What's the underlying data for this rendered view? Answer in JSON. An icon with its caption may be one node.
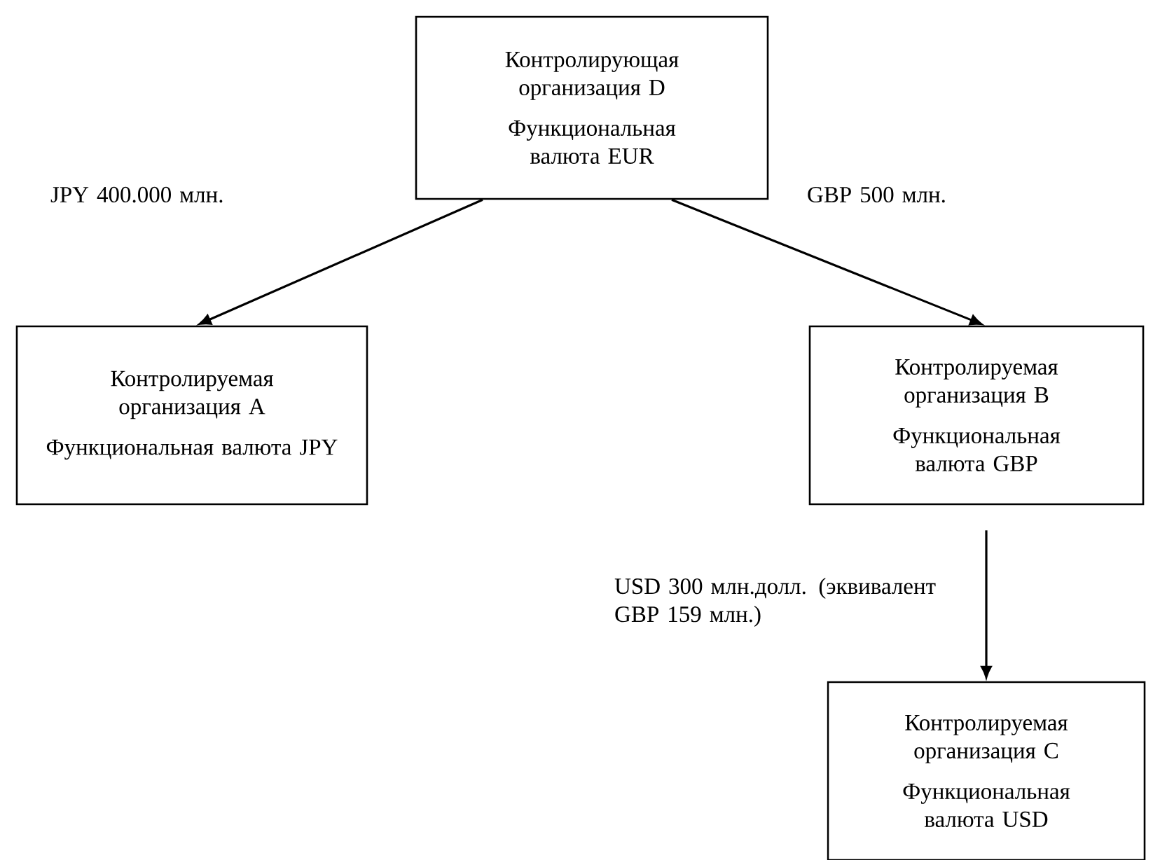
{
  "diagram": {
    "nodes": [
      {
        "text": [
          "Контролирующая организация D",
          "Функциональная валюта EUR"
        ]
      },
      {
        "text": [
          "Контролируемая организация A",
          "Функциональная валюта JPY"
        ]
      },
      {
        "text": [
          "Контролируемая организация B",
          "Функциональная валюта GBP"
        ]
      },
      {
        "text": [
          "Контролируемая организация C",
          "Функциональная валюта USD"
        ]
      }
    ],
    "edges": [
      {
        "from": 0,
        "to": 1,
        "arrow": "to",
        "label": "JPY 400.000 млн."
      },
      {
        "from": 0,
        "to": 2,
        "arrow": "to",
        "label": "GBP 500 млн."
      },
      {
        "from": 2,
        "to": 3,
        "arrow": "to",
        "label": "USD 300 млн.долл. (эквивалент GBP 159 млн.)"
      }
    ]
  }
}
